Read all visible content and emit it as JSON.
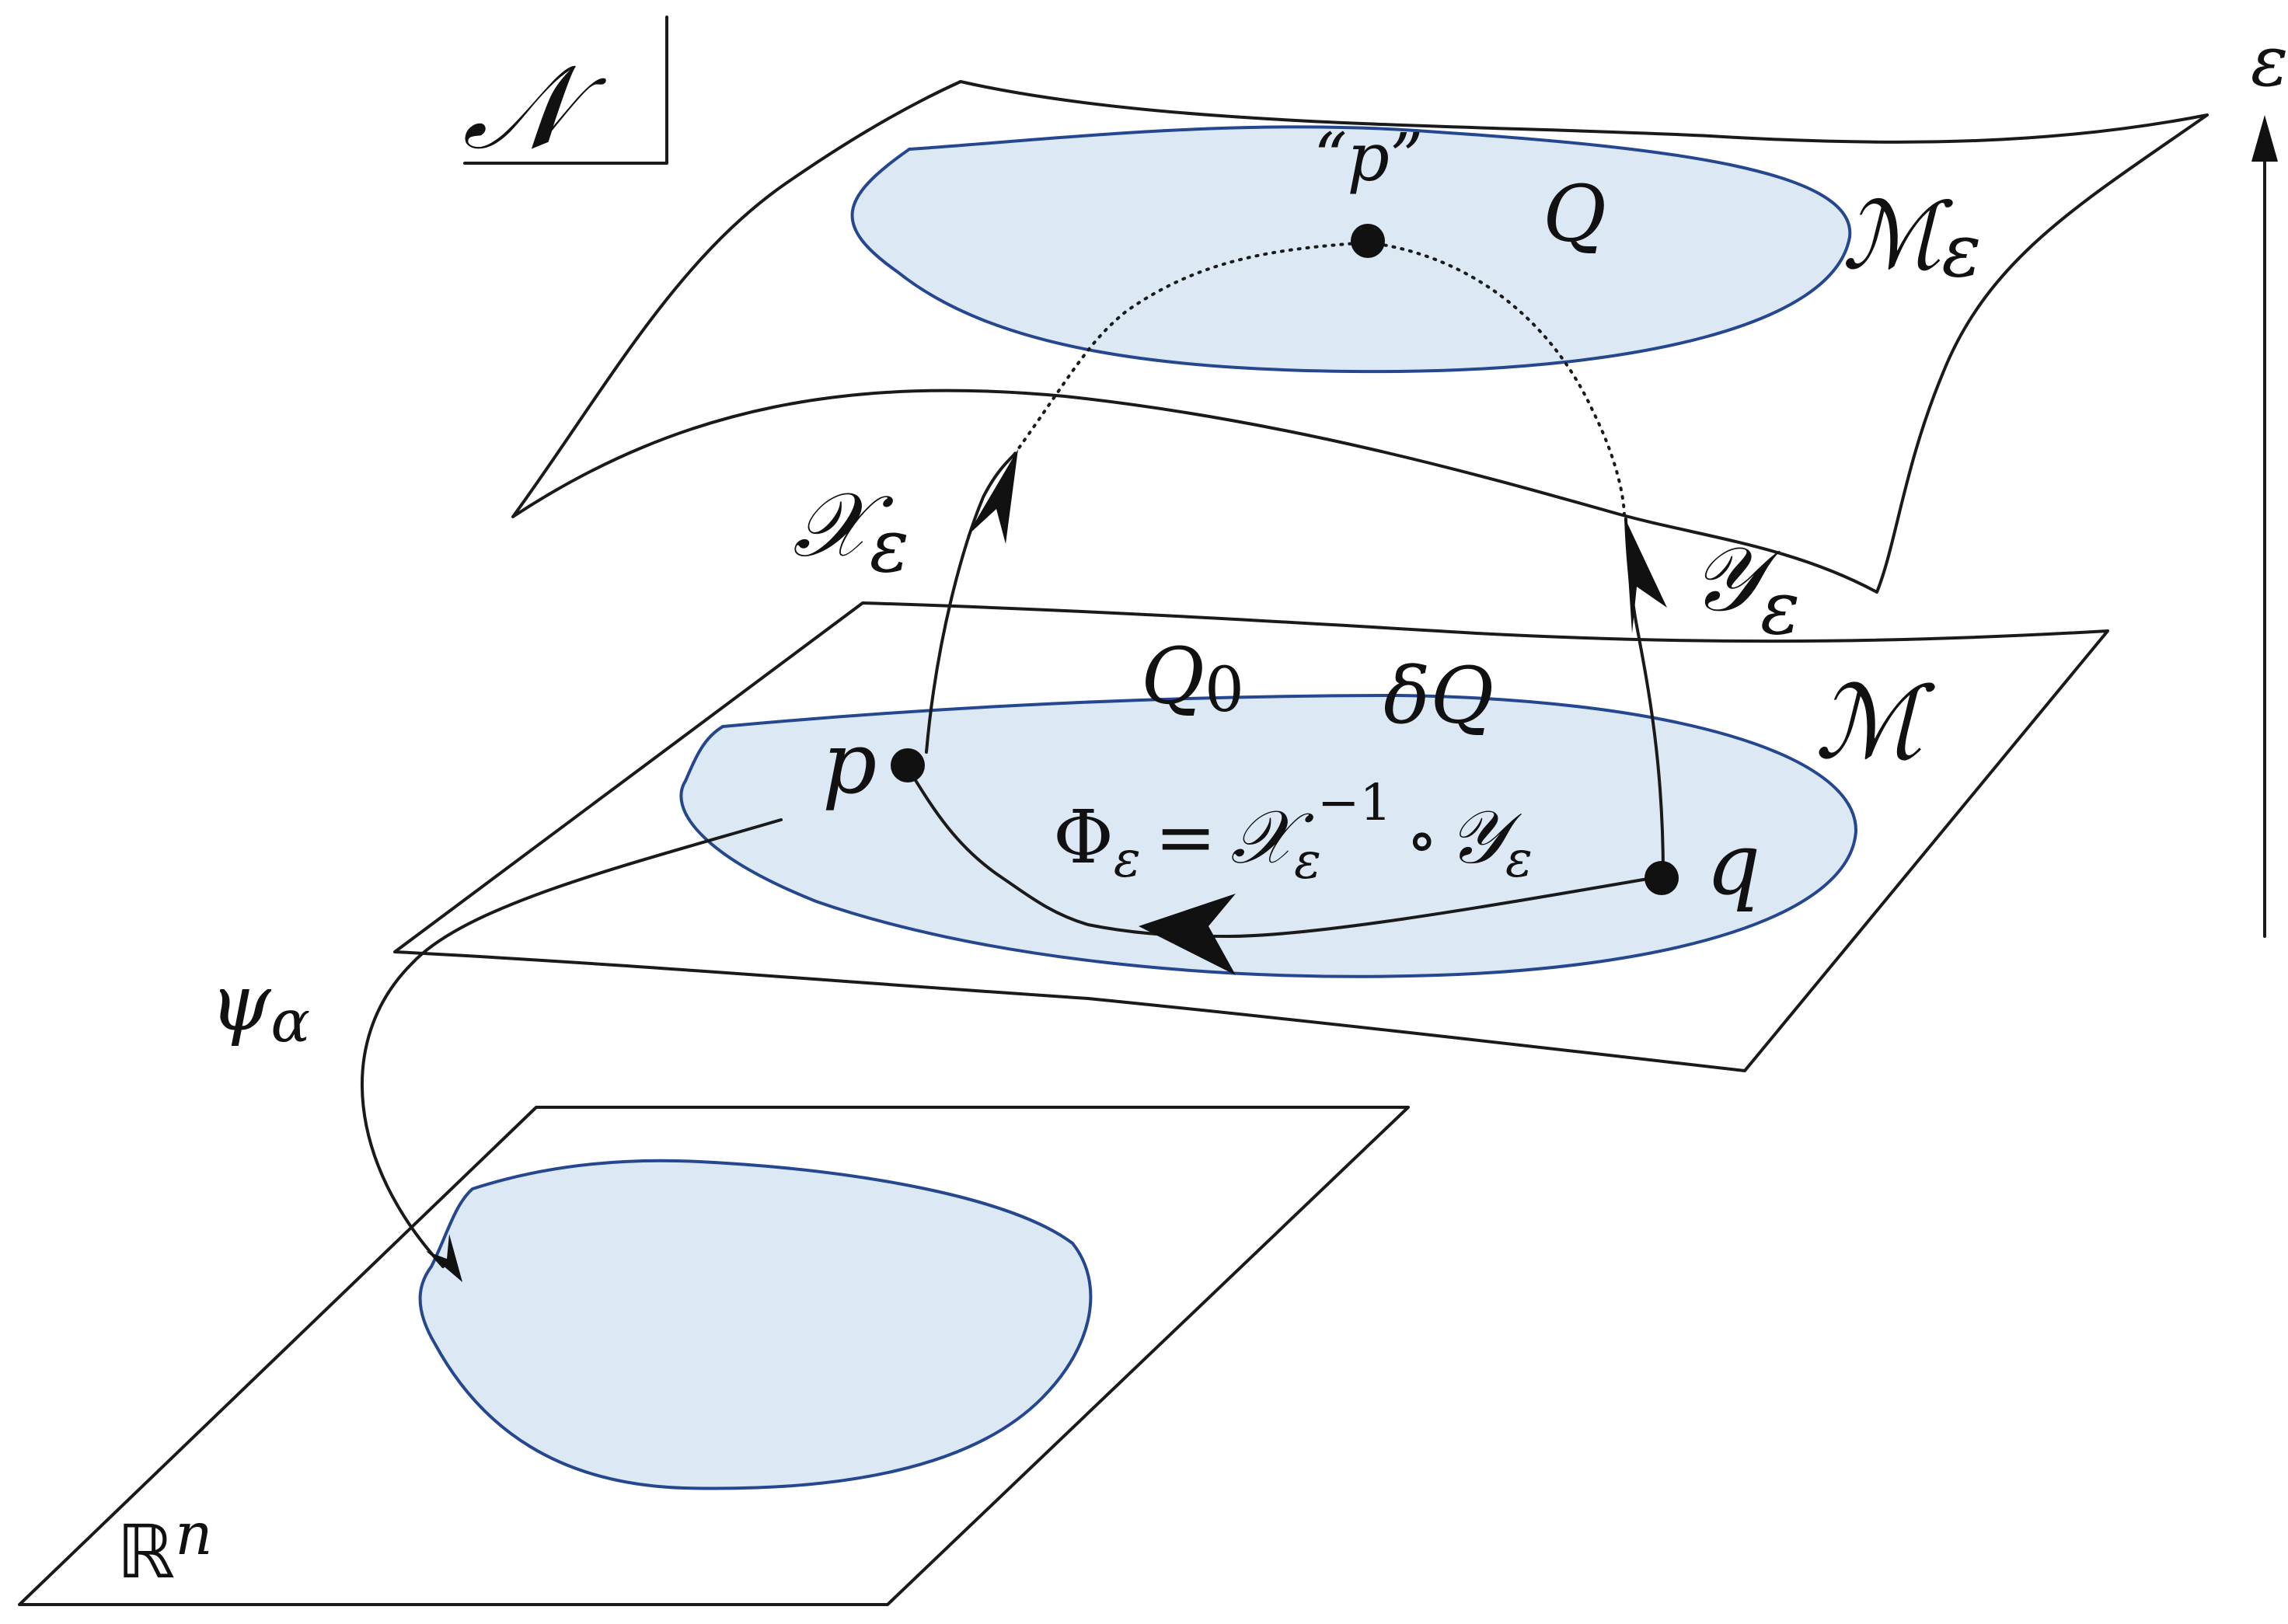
{
  "labels": {
    "n_box": "𝒩",
    "p_quoted": "“p”",
    "q_region": "Q",
    "m_eps_m": "ℳ",
    "m_eps_sub": "ε",
    "epsilon_axis": "ε",
    "x_eps_x": "𝒳",
    "x_eps_sub": "ε",
    "y_eps_y": "𝒴",
    "y_eps_sub": "ε",
    "q0_q": "Q",
    "q0_sub": "0",
    "delta_q": "δQ",
    "m_plane": "ℳ",
    "p_point": "p",
    "q_point": "q",
    "phi_lhs": "Φ",
    "phi_lhs_sub": "ε",
    "phi_eq": "=",
    "phi_x": "𝒳",
    "phi_x_sub": "ε",
    "phi_x_sup": "−1",
    "phi_compose": "∘",
    "phi_y": "𝒴",
    "phi_y_sub": "ε",
    "psi": "ψ",
    "psi_sub": "α",
    "rn_r": "ℝ",
    "rn_sup": "n"
  },
  "colors": {
    "region_fill": "#dce9f5",
    "region_stroke": "#25478f",
    "ink": "#1a1a1a"
  }
}
